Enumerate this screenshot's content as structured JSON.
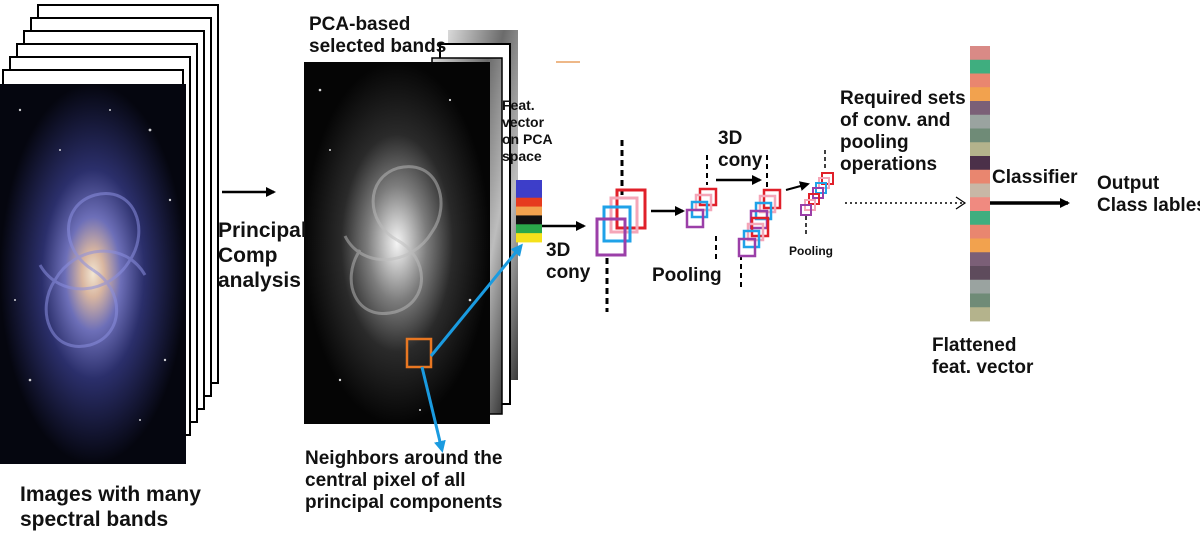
{
  "labels": {
    "input_images": "Images with many\nspectral bands",
    "pca_step": "Principal\nComp\nanalysis",
    "pca_bands": "PCA-based\nselected bands",
    "feat_vector": "Feat.\nvector\non PCA\nspace",
    "neighbors": "Neighbors around the\ncentral pixel of all\nprincipal components",
    "conv1": "3D\ncony",
    "pooling1": "Pooling",
    "conv2": "3D\ncony",
    "pooling2": "Pooling",
    "required_sets": "Required sets\nof conv. and\npooling\noperations",
    "flattened": "Flattened\nfeat. vector",
    "classifier": "Classifier",
    "output": "Output\nClass lables"
  },
  "colors": {
    "arrow": "#000000",
    "blue_arrow": "#1a9be0",
    "patch": "#e87722",
    "conv_red": "#e0202a",
    "conv_pink": "#f5a6b8",
    "conv_blue": "#1fa2e8",
    "conv_purple": "#9b3fa8",
    "flattened_strip": [
      "#d98a86",
      "#3fae7f",
      "#e9866f",
      "#f2a24e",
      "#7b5f77",
      "#9aa3a0",
      "#6f8b77",
      "#b4b38c",
      "#4b3049",
      "#e9866f",
      "#c8b7a6",
      "#f08a80",
      "#3fae7f",
      "#e9866f",
      "#f2a24e",
      "#7b5f77",
      "#5e4b5c",
      "#9aa3a0",
      "#6f8b77",
      "#b4b38c"
    ],
    "feat_strip": [
      "#3d3ec9",
      "#3d3ec9",
      "#e63b1e",
      "#f2a24e",
      "#111111",
      "#2aa84a",
      "#f5e11b"
    ]
  }
}
